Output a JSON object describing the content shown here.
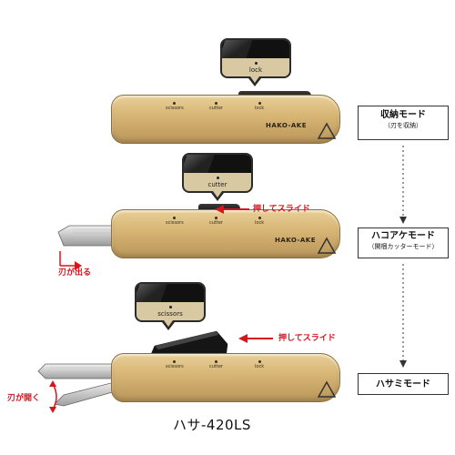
{
  "tool": {
    "label_scissors": "scissors",
    "label_cutter": "cutter",
    "label_lock": "lock",
    "brand": "HAKO-AKE"
  },
  "callouts": {
    "lock": "lock",
    "cutter": "cutter",
    "scissors": "scissors"
  },
  "modes": {
    "storage_title": "収納モード",
    "storage_sub": "（刃を収納）",
    "box_title": "ハコアケモード",
    "box_sub": "（開梱カッターモード）",
    "scissors_title": "ハサミモード"
  },
  "annotations": {
    "push_slide_1": "押してスライド",
    "blade_out": "刃が出る",
    "push_slide_2": "押してスライド",
    "blade_open": "刃が開く"
  },
  "model": "ハサ-420LS",
  "colors": {
    "accent_red": "#d8141d",
    "body": "#d6b474"
  }
}
